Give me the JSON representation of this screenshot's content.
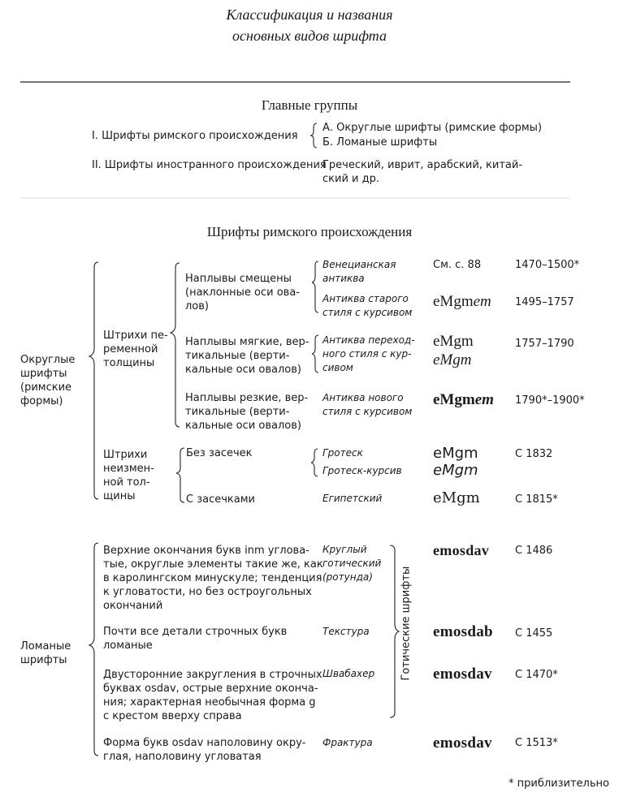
{
  "title": {
    "line1": "Классификация и названия",
    "line2": "основных видов шрифта"
  },
  "main_groups": {
    "heading": "Главные группы",
    "group1_label": "I. Шрифты римского происхождения",
    "group1_a": "А. Округлые шрифты (римские формы)",
    "group1_b": "Б. Ломаные шрифты",
    "group2_label": "II. Шрифты иностранного происхождения",
    "group2_desc_1": "Греческий, иврит, арабский, китай-",
    "group2_desc_2": "ский и др."
  },
  "roman": {
    "heading": "Шрифты римского происхождения",
    "rounded_label": [
      "Округлые",
      "шрифты",
      "(римские",
      "формы)"
    ],
    "variable_label": [
      "Штрихи пе-",
      "ременной",
      "толщины"
    ],
    "constant_label": [
      "Штрихи",
      "неизмен-",
      "ной тол-",
      "щины"
    ],
    "row1_desc": [
      "Наплывы смещены",
      "(наклонные оси ова-",
      "лов)"
    ],
    "row1_styles": [
      {
        "name": [
          "Венецианская",
          "антиква"
        ],
        "sample": "См. с. 88",
        "date": "1470–1500*"
      },
      {
        "name": [
          "Антиква старого",
          "стиля с курсивом"
        ],
        "sample": "eMgm",
        "sample_it": "em",
        "date": "1495–1757"
      }
    ],
    "row2_desc": [
      "Наплывы мягкие, вер-",
      "тикальные (верти-",
      "кальные оси овалов)"
    ],
    "row2_style": {
      "name": [
        "Антиква переход-",
        "ного стиля с кур-",
        "сивом"
      ],
      "sample1": "eMgm",
      "sample2": "eMgm",
      "date": "1757–1790"
    },
    "row3_desc": [
      "Наплывы резкие, вер-",
      "тикальные (верти-",
      "кальные оси овалов)"
    ],
    "row3_style": {
      "name": [
        "Антиква нового",
        "стиля с курсивом"
      ],
      "sample": "eMgm",
      "sample_it": "em",
      "date": "1790*–1900*"
    },
    "sans_label": "Без засечек",
    "sans_styles": [
      {
        "name": "Гротеск",
        "sample": "eMgm",
        "date": "С 1832"
      },
      {
        "name": "Гротеск-курсив",
        "sample": "eMgm",
        "date": ""
      }
    ],
    "serif_label": "С засечками",
    "serif_style": {
      "name": "Египетский",
      "sample": "eMgm",
      "date": "С 1815*"
    }
  },
  "broken": {
    "label": [
      "Ломаные",
      "шрифты"
    ],
    "gothic_label": "Готические шрифты",
    "rows": [
      {
        "desc": [
          "Верхние окончания букв inm углова-",
          "тые, округлые элементы такие же, как",
          "в каролингском минускуле; тенденция",
          "к угловатости, но без остроугольных",
          "окончаний"
        ],
        "name": [
          "Круглый",
          "готический",
          "(ротунда)"
        ],
        "sample": "emosdav",
        "date": "С 1486"
      },
      {
        "desc": [
          "Почти все детали строчных букв",
          "ломаные"
        ],
        "name": [
          "Текстура"
        ],
        "sample": "emosdab",
        "date": "С 1455"
      },
      {
        "desc": [
          "Двусторонние закругления в строчных",
          "буквах osdav, острые верхние оконча-",
          "ния; характерная необычная форма g",
          "с крестом вверху справа"
        ],
        "name": [
          "Швабахер"
        ],
        "sample": "emosdav",
        "date": "С 1470*"
      },
      {
        "desc": [
          "Форма букв osdav наполовину окру-",
          "глая, наполовину угловатая"
        ],
        "name": [
          "Фрактура"
        ],
        "sample": "emosdav",
        "date": "С 1513*"
      }
    ]
  },
  "footnote": "* приблизительно"
}
